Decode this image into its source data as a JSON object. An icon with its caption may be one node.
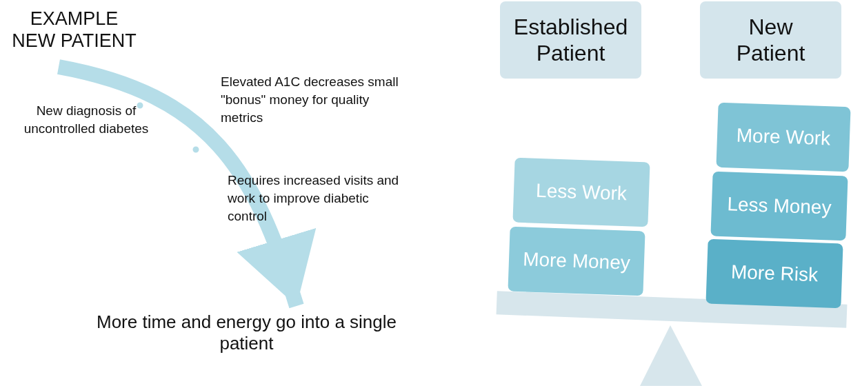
{
  "diagram": {
    "nodes": [
      {
        "text": [
          "EXAMPLE NEW PATIENT"
        ]
      },
      {
        "text": [
          "Established Patient"
        ]
      },
      {
        "text": [
          "New Patient"
        ]
      },
      {
        "text": [
          "More Work"
        ]
      },
      {
        "text": [
          "Less Work"
        ]
      },
      {
        "text": [
          "Less Money"
        ]
      },
      {
        "text": [
          "More Money"
        ]
      },
      {
        "text": [
          "More Risk"
        ]
      },
      {
        "text": [
          "More time and energy go into a single patient"
        ]
      }
    ],
    "edges": [
      {
        "from": 0,
        "to": 8,
        "arrow": "to"
      }
    ],
    "labels": [
      "New diagnosis of uncontrolled diabetes",
      "Elevated A1C decreases small \"bonus\" money for quality metrics",
      "Requires increased visits and work to improve diabetic control"
    ]
  }
}
